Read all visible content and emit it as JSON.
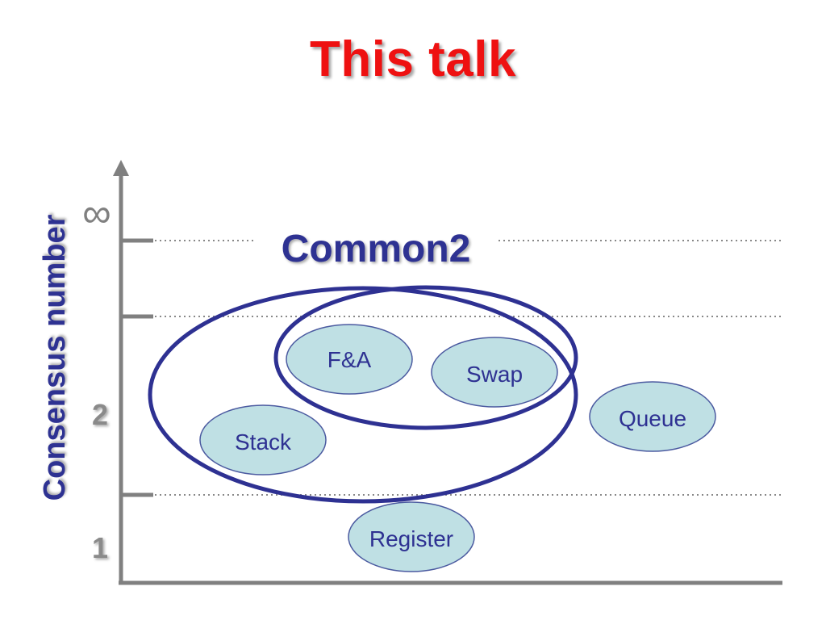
{
  "slide": {
    "title": "This talk"
  },
  "axis": {
    "label": "Consensus number",
    "top_symbol": "∞",
    "ticks": [
      "2",
      "1"
    ]
  },
  "sets": {
    "common2_label": "Common2"
  },
  "objects": [
    "F&A",
    "Swap",
    "Stack",
    "Queue",
    "Register"
  ],
  "colors": {
    "title": "#ee1111",
    "accent": "#2e3192",
    "axis": "#808080",
    "node_fill": "#bfe0e4",
    "node_stroke": "#4b5aa0"
  }
}
